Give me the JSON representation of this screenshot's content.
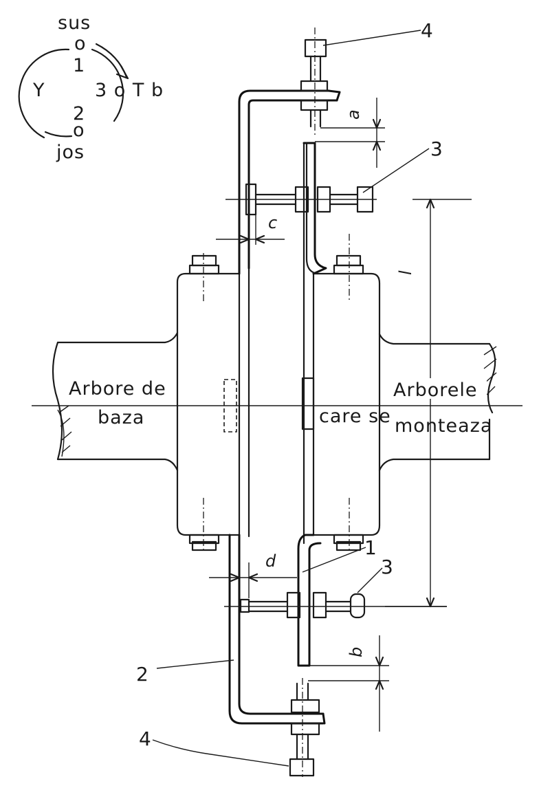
{
  "compass": {
    "top": "sus",
    "top_mark": "o",
    "top_number": "1",
    "bottom_number": "2",
    "bottom_mark": "o",
    "bottom": "jos",
    "right": "3 o T b",
    "left": "Y"
  },
  "labels": {
    "base_shaft_line1": "Arbore de",
    "base_shaft_line2": "baza",
    "mounted_shaft_line1": "Arborele",
    "mounted_shaft_line2": "care se",
    "mounted_shaft_line3": "monteaza"
  },
  "dimensions": {
    "a": "a",
    "b": "b",
    "c": "c",
    "d": "d",
    "l": "l"
  },
  "callouts": {
    "part_1": "1",
    "part_2": "2",
    "part_3_top": "3",
    "part_3_bottom": "3",
    "part_4_top": "4",
    "part_4_bottom": "4"
  },
  "colors": {
    "ink": "#1a1a1a",
    "paper": "#ffffff"
  }
}
